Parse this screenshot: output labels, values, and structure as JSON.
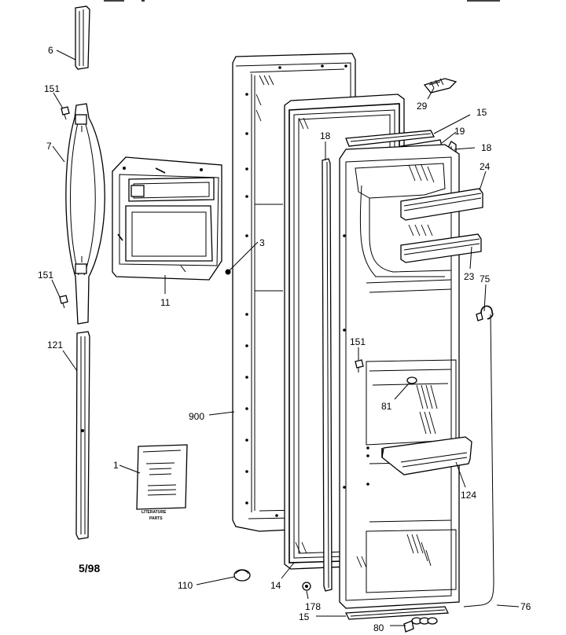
{
  "diagram": {
    "part_numbers": {
      "p6": "6",
      "p151a": "151",
      "p7": "7",
      "p151b": "151",
      "p121": "121",
      "p1": "1",
      "p3": "3",
      "p11": "11",
      "p900": "900",
      "p110": "110",
      "p14": "14",
      "p178": "178",
      "p15b": "15",
      "p18a": "18",
      "p18b": "18",
      "p29": "29",
      "p15a": "15",
      "p19": "19",
      "p24": "24",
      "p23": "23",
      "p75": "75",
      "p151c": "151",
      "p81": "81",
      "p124": "124",
      "p76": "76",
      "p80": "80"
    },
    "date_code": "5/98",
    "literature_caption_line1": "LITERATURE",
    "literature_caption_line2": "PARTS"
  }
}
